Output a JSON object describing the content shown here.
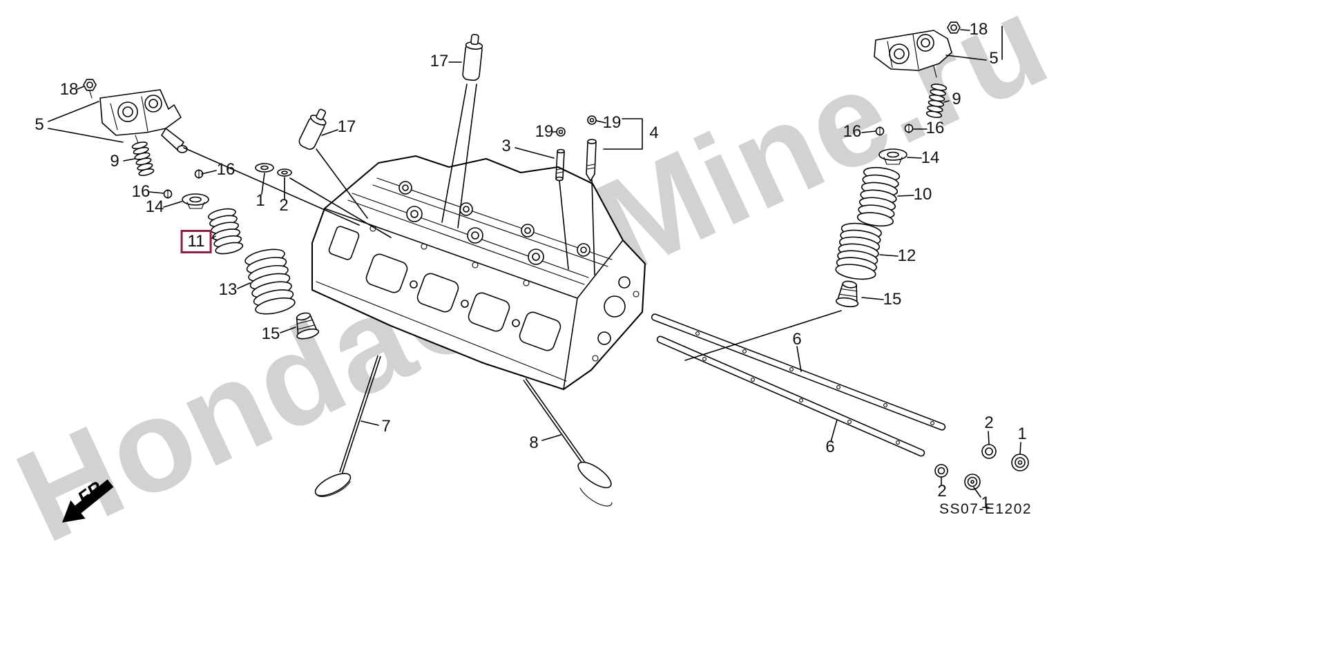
{
  "watermark": {
    "text": "HondaCarMine.ru"
  },
  "footer": {
    "fr_label": "FR.",
    "diagram_code": "SS07-E1202"
  },
  "colors": {
    "background": "#ffffff",
    "line": "#000000",
    "watermark": "#d2d2d2",
    "highlight_box": "#8e1e3e"
  },
  "callouts": [
    {
      "label": "18",
      "highlighted": false
    },
    {
      "label": "5",
      "highlighted": false
    },
    {
      "label": "9",
      "highlighted": false
    },
    {
      "label": "16",
      "highlighted": false
    },
    {
      "label": "16",
      "highlighted": false
    },
    {
      "label": "14",
      "highlighted": false
    },
    {
      "label": "1",
      "highlighted": false
    },
    {
      "label": "2",
      "highlighted": false
    },
    {
      "label": "11",
      "highlighted": true
    },
    {
      "label": "13",
      "highlighted": false
    },
    {
      "label": "15",
      "highlighted": false
    },
    {
      "label": "17",
      "highlighted": false
    },
    {
      "label": "17",
      "highlighted": false
    },
    {
      "label": "3",
      "highlighted": false
    },
    {
      "label": "19",
      "highlighted": false
    },
    {
      "label": "19",
      "highlighted": false
    },
    {
      "label": "4",
      "highlighted": false
    },
    {
      "label": "7",
      "highlighted": false
    },
    {
      "label": "8",
      "highlighted": false
    },
    {
      "label": "6",
      "highlighted": false
    },
    {
      "label": "6",
      "highlighted": false
    },
    {
      "label": "18",
      "highlighted": false
    },
    {
      "label": "5",
      "highlighted": false
    },
    {
      "label": "9",
      "highlighted": false
    },
    {
      "label": "16",
      "highlighted": false
    },
    {
      "label": "16",
      "highlighted": false
    },
    {
      "label": "14",
      "highlighted": false
    },
    {
      "label": "10",
      "highlighted": false
    },
    {
      "label": "12",
      "highlighted": false
    },
    {
      "label": "15",
      "highlighted": false
    },
    {
      "label": "2",
      "highlighted": false
    },
    {
      "label": "1",
      "highlighted": false
    },
    {
      "label": "2",
      "highlighted": false
    },
    {
      "label": "1",
      "highlighted": false
    }
  ]
}
